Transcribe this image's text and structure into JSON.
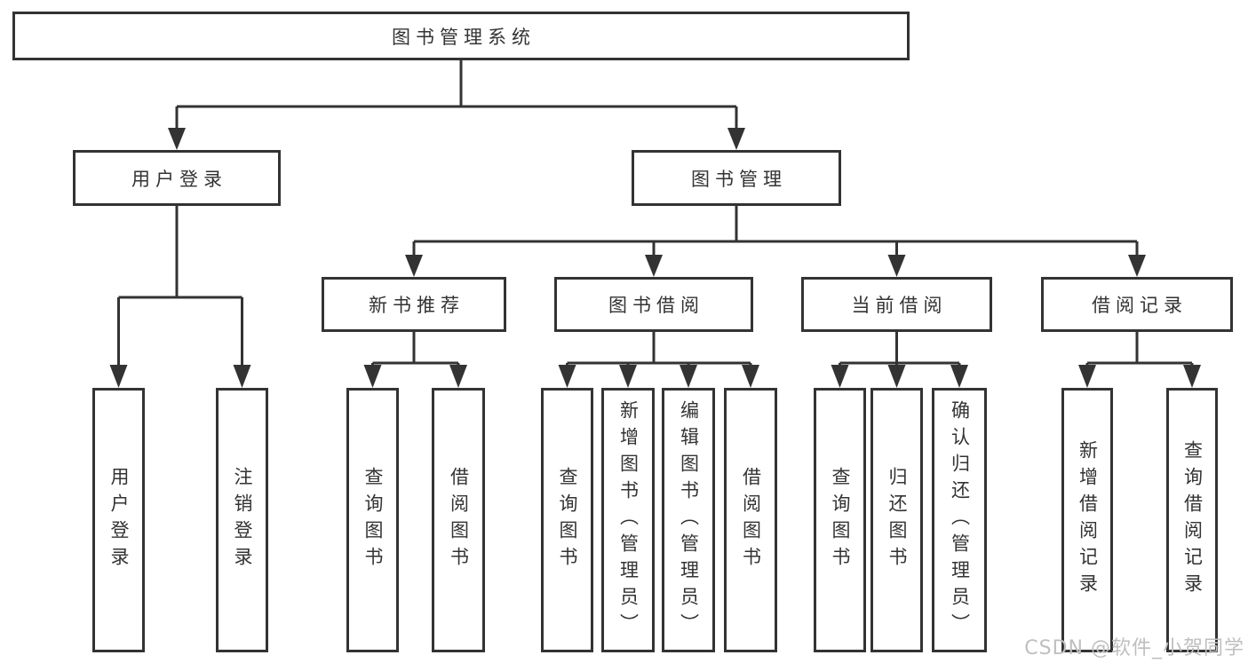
{
  "tree": {
    "root": "图书管理系统",
    "branches": {
      "user": "用户登录",
      "book": "图书管理"
    },
    "modules": [
      "新书推荐",
      "图书借阅",
      "当前借阅",
      "借阅记录"
    ],
    "leaves": {
      "user": [
        "用户登录",
        "注销登录"
      ],
      "new_book": [
        "查询图书",
        "借阅图书"
      ],
      "borrow": [
        "查询图书",
        "新增图书（管理员）",
        "编辑图书（管理员）",
        "借阅图书"
      ],
      "current": [
        "查询图书",
        "归还图书",
        "确认归还（管理员）"
      ],
      "records": [
        "新增借阅记录",
        "查询借阅记录"
      ]
    }
  },
  "watermark": "CSDN @软件_小贺同学",
  "colors": {
    "line": "#333333",
    "text": "#333333",
    "watermark": "#bfbfbf",
    "background": "#ffffff"
  }
}
